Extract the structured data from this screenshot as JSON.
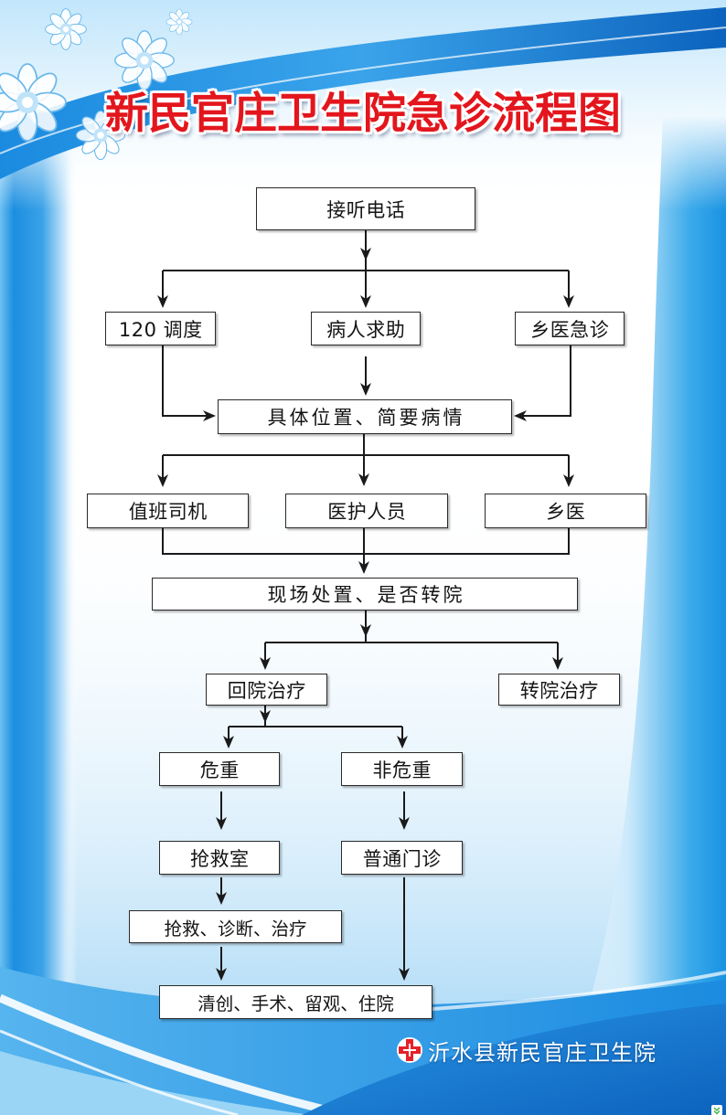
{
  "poster": {
    "title": "新民官庄卫生院急诊流程图",
    "footer_org": "沂水县新民官庄卫生院"
  },
  "flowchart": {
    "answer_call": "接听电话",
    "dispatch_120": "120 调度",
    "patient_help": "病人求助",
    "village_doctor_emergency": "乡医急诊",
    "location_condition": "具体位置、简要病情",
    "duty_driver": "值班司机",
    "medical_staff": "医护人员",
    "village_doctor": "乡医",
    "onsite_transfer_decision": "现场处置、是否转院",
    "return_to_hospital": "回院治疗",
    "transfer_hospital": "转院治疗",
    "critical": "危重",
    "non_critical": "非危重",
    "resuscitation_room": "抢救室",
    "general_outpatient": "普通门诊",
    "rescue_diagnose_treat": "抢救、诊断、治疗",
    "final_care": "清创、手术、留观、住院"
  },
  "icons": {
    "footer_logo": "red-cross-icon",
    "decoration": "flower-icon",
    "corner_badge": "green-chevron-icon"
  },
  "colors": {
    "title_red": "#e3161d",
    "title_outline": "#ffffff",
    "brand_blue": "#1b8be0",
    "deep_blue": "#0c63bd",
    "box_border": "#2a2a2a",
    "connector": "#1a1a1a",
    "logo_red": "#e52229"
  }
}
